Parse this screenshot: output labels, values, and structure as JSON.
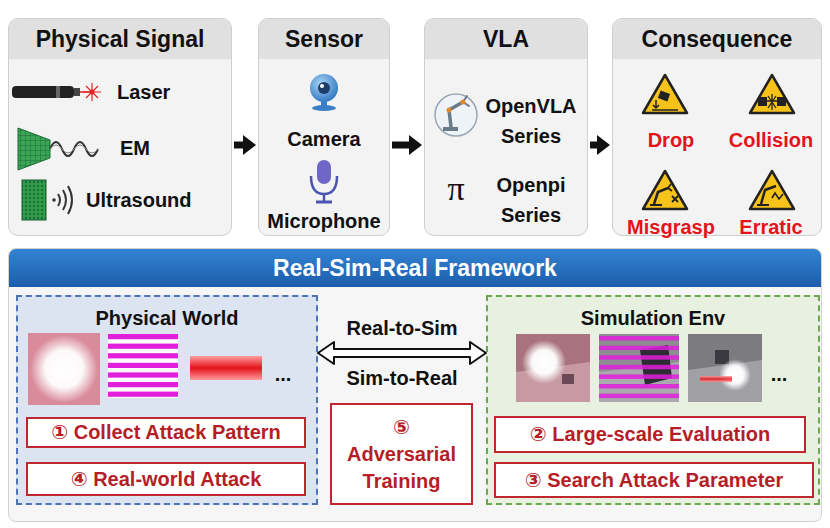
{
  "diagram": {
    "nodes": [
      {
        "text": [
          "Physical Signal",
          "Laser",
          "EM",
          "Ultrasound"
        ]
      },
      {
        "text": [
          "Sensor",
          "Camera",
          "Microphone"
        ]
      },
      {
        "text": [
          "VLA",
          "OpenVLA Series",
          "Openpi Series"
        ]
      },
      {
        "text": [
          "Consequence",
          "Drop",
          "Collision",
          "Misgrasp",
          "Erratic"
        ]
      },
      {
        "text": [
          "Real-Sim-Real Framework"
        ]
      },
      {
        "text": [
          "Physical World"
        ],
        "in": 4
      },
      {
        "text": [
          "① Collect Attack Pattern"
        ],
        "in": 5
      },
      {
        "text": [
          "④ Real-world Attack"
        ],
        "in": 5
      },
      {
        "text": [
          "⑤ Adversarial Training"
        ],
        "in": 4
      },
      {
        "text": [
          "Simulation Env"
        ],
        "in": 4
      },
      {
        "text": [
          "② Large-scale Evaluation"
        ],
        "in": 9
      },
      {
        "text": [
          "③ Search Attack Parameter"
        ],
        "in": 9
      }
    ],
    "edges": [
      {
        "from": 0,
        "to": 1,
        "arrow": "to"
      },
      {
        "from": 1,
        "to": 2,
        "arrow": "to"
      },
      {
        "from": 2,
        "to": 3,
        "arrow": "to"
      },
      {
        "from": 5,
        "to": 9,
        "arrow": "both",
        "label": "Real-to-Sim"
      }
    ],
    "labels": [
      "π",
      "Sim-to-Real",
      "...",
      "..."
    ]
  }
}
